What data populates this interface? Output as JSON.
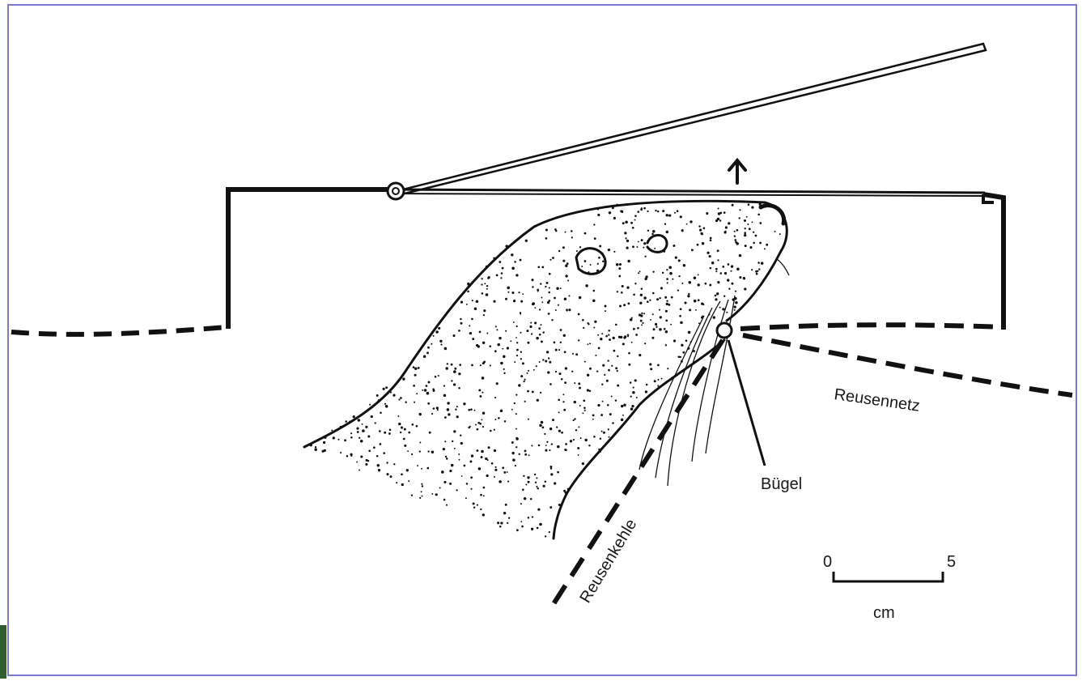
{
  "labels": {
    "net": "Reusennetz",
    "throat": "Reusenkehle",
    "bracket": "Bügel"
  },
  "scale_bar": {
    "start": "0",
    "end": "5",
    "unit": "cm"
  },
  "colors": {
    "ink": "#111111",
    "frame": "#7b7bd0",
    "corner_tab": "#2e5e2e",
    "background": "#ffffff"
  }
}
